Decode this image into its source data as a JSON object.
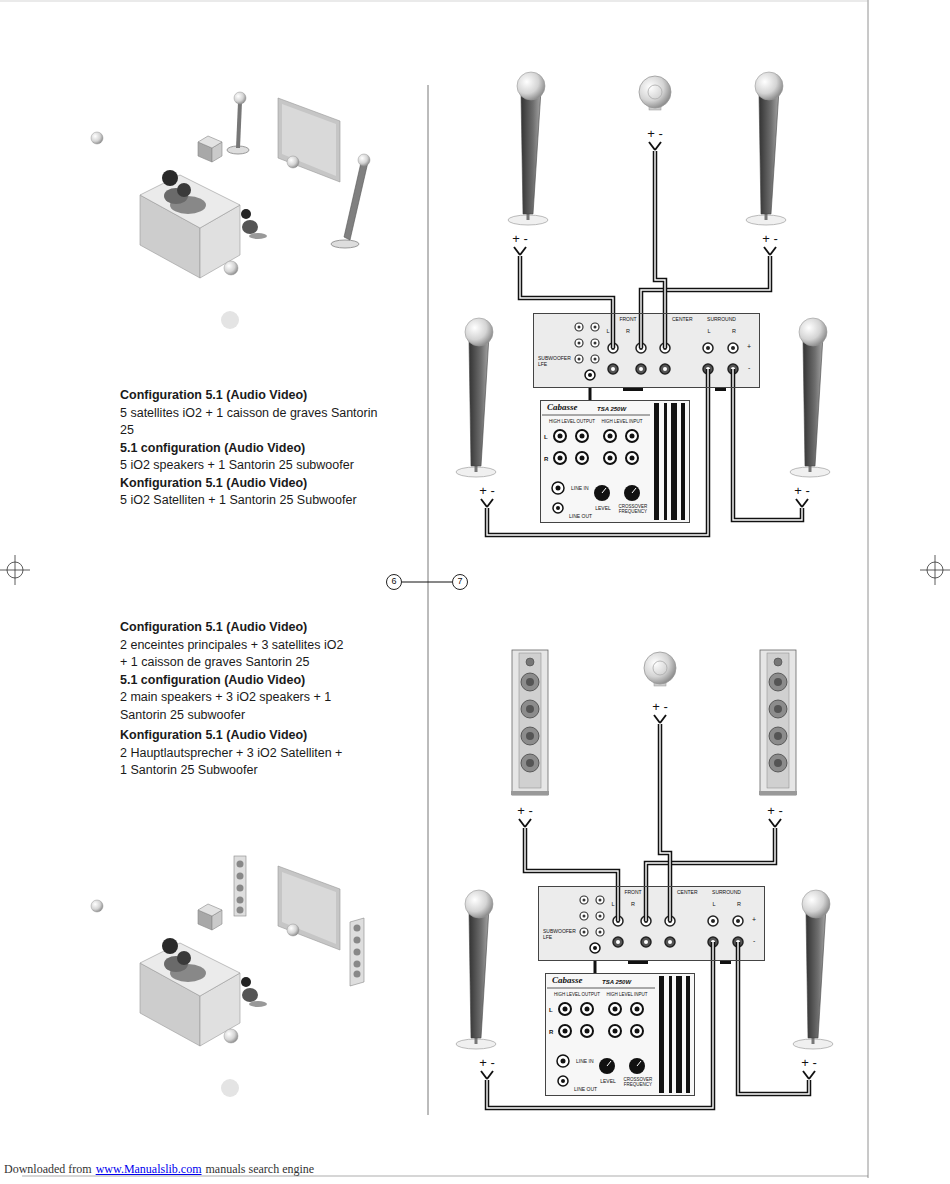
{
  "diagram": {
    "nodes": [
      {
        "text": [
          "FRONT",
          "CENTER",
          "SURROUND",
          "L",
          "R",
          "L",
          "R",
          "+",
          "-",
          "SUBWOOFER LFE"
        ]
      },
      {
        "text": [
          "Cabasse",
          "TSA 250W",
          "HIGH LEVEL OUTPUT",
          "HIGH LEVEL INPUT",
          "L",
          "R",
          "LINE IN",
          "LEVEL",
          "CROSSOVER FREQUENCY",
          "LINE OUT"
        ]
      },
      {
        "text": [
          "6"
        ]
      },
      {
        "text": [
          "7"
        ]
      },
      {
        "text": [
          "FRONT",
          "CENTER",
          "SURROUND",
          "L",
          "R",
          "L",
          "R",
          "+",
          "-",
          "SUBWOOFER LFE"
        ]
      },
      {
        "text": [
          "Cabasse",
          "TSA 250W",
          "HIGH LEVEL OUTPUT",
          "HIGH LEVEL INPUT",
          "L",
          "R",
          "LINE IN",
          "LEVEL",
          "CROSSOVER FREQUENCY",
          "LINE OUT"
        ]
      }
    ],
    "edges": [
      {
        "from": 0,
        "to": 1,
        "arrow": "none"
      },
      {
        "from": 2,
        "to": 3,
        "arrow": "none"
      },
      {
        "from": 4,
        "to": 5,
        "arrow": "none"
      }
    ],
    "labels": [
      "Configuration 5.1 (Audio Video)",
      "5 satellites iO2 + 1 caisson de graves Santorin 25",
      "5.1 configuration (Audio Video)",
      "5 iO2 speakers + 1 Santorin 25 subwoofer",
      "Konfiguration 5.1 (Audio Video)",
      "5 iO2 Satelliten + 1 Santorin 25 Subwoofer",
      "+ -",
      "+ -",
      "+ -",
      "+ -",
      "+ -",
      "Configuration 5.1 (Audio Video)",
      "2 enceintes principales + 3 satellites iO2 + 1 caisson de graves Santorin 25",
      "5.1 configuration (Audio Video)",
      "2 main speakers + 3 iO2 speakers + 1 Santorin 25 subwoofer",
      "Konfiguration 5.1 (Audio Video)",
      "2 Hauptlautsprecher + 3 iO2 Satelliten + 1 Santorin 25 Subwoofer",
      "+ -",
      "+ -",
      "+ -",
      "+ -",
      "+ -",
      "Downloaded from",
      "www.Manualslib.com",
      "manuals search engine"
    ]
  }
}
